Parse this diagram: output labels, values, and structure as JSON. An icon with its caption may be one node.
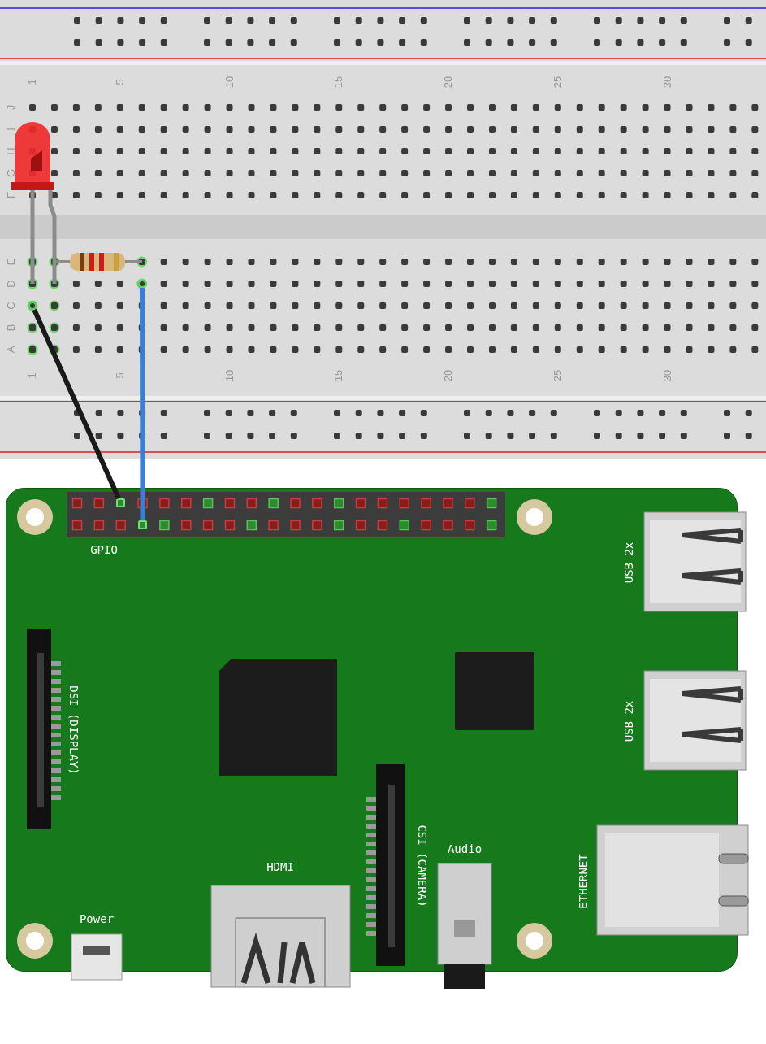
{
  "diagram": {
    "nodes": [
      {
        "text": [],
        "shape": "box"
      },
      {
        "text": [],
        "shape": "circle",
        "in": 0
      },
      {
        "text": [],
        "shape": "circle",
        "in": 0
      },
      {
        "text": [],
        "shape": "box"
      },
      {
        "text": [
          "GPIO"
        ],
        "in": 3
      },
      {
        "text": [],
        "shape": "box",
        "in": 4
      },
      {
        "text": [],
        "shape": "box",
        "in": 4
      },
      {
        "text": [
          "USB 2x"
        ],
        "in": 3
      },
      {
        "text": [
          "DSI (DISPLAY)"
        ],
        "in": 3
      },
      {
        "text": [
          "USB 2x"
        ],
        "in": 3
      },
      {
        "text": [
          "CSI (CAMERA)"
        ],
        "in": 3
      },
      {
        "text": [
          "ETHERNET"
        ],
        "in": 3
      },
      {
        "text": [
          "Audio"
        ],
        "in": 3
      },
      {
        "text": [
          "HDMI"
        ],
        "in": 3
      },
      {
        "text": [
          "Power"
        ],
        "in": 3
      },
      {
        "text": [],
        "shape": "box",
        "in": 3
      },
      {
        "text": [],
        "shape": "box",
        "in": 3
      }
    ],
    "edges": [
      {
        "from": 1,
        "to": 5,
        "arrow": "none",
        "color": "#1a1a1a"
      },
      {
        "from": 2,
        "to": 6,
        "arrow": "none",
        "color": "#3a7fd5"
      }
    ],
    "labels": [
      "1",
      "5",
      "10",
      "15",
      "20",
      "25",
      "30",
      "J",
      "I",
      "H",
      "G",
      "F",
      "E",
      "D",
      "C",
      "B",
      "A",
      "1",
      "5",
      "10",
      "15",
      "20",
      "25",
      "30"
    ]
  }
}
